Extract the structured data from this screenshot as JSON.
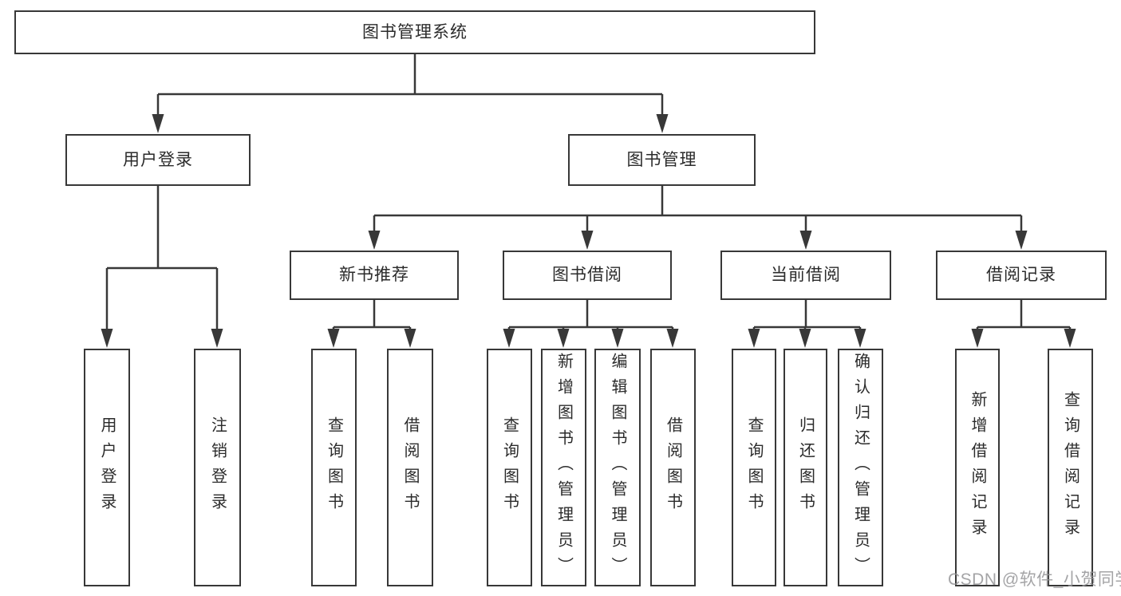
{
  "tree": {
    "label": "图书管理系统",
    "children": [
      {
        "label": "用户登录",
        "children": [
          {
            "label": "用户登录"
          },
          {
            "label": "注销登录"
          }
        ]
      },
      {
        "label": "图书管理",
        "children": [
          {
            "label": "新书推荐",
            "children": [
              {
                "label": "查询图书"
              },
              {
                "label": "借阅图书"
              }
            ]
          },
          {
            "label": "图书借阅",
            "children": [
              {
                "label": "查询图书"
              },
              {
                "label": "新增图书（管理员）"
              },
              {
                "label": "编辑图书（管理员）"
              },
              {
                "label": "借阅图书"
              }
            ]
          },
          {
            "label": "当前借阅",
            "children": [
              {
                "label": "查询图书"
              },
              {
                "label": "归还图书"
              },
              {
                "label": "确认归还（管理员）"
              }
            ]
          },
          {
            "label": "借阅记录",
            "children": [
              {
                "label": "新增借阅记录"
              },
              {
                "label": "查询借阅记录"
              }
            ]
          }
        ]
      }
    ]
  },
  "watermark": "CSDN @软件_小贺同学",
  "colors": {
    "line": "#383838",
    "box_border": "#383838",
    "text": "#2b2b2b",
    "background": "#ffffff",
    "watermark": "#949496"
  }
}
